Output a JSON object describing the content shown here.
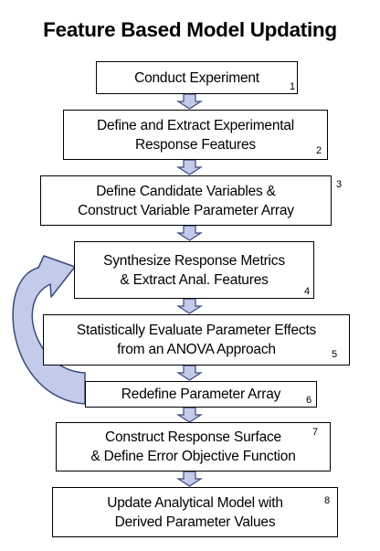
{
  "title": "Feature Based Model Updating",
  "colors": {
    "arrow_fill": "#c3cbea",
    "arrow_stroke": "#3a4a7a",
    "box_border": "#000000"
  },
  "steps": [
    {
      "text": "Conduct Experiment",
      "number": "1"
    },
    {
      "text": "Define and Extract Experimental\nResponse Features",
      "number": "2"
    },
    {
      "text": "Define Candidate Variables &\nConstruct Variable Parameter Array",
      "number": "3"
    },
    {
      "text": "Synthesize Response Metrics\n& Extract Anal. Features",
      "number": "4"
    },
    {
      "text": "Statistically Evaluate Parameter Effects\nfrom an ANOVA Approach",
      "number": "5"
    },
    {
      "text": "Redefine Parameter Array",
      "number": "6"
    },
    {
      "text": "Construct Response Surface\n& Define Error Objective Function",
      "number": "7"
    },
    {
      "text": "Update Analytical Model with\nDerived Parameter Values",
      "number": "8"
    }
  ]
}
